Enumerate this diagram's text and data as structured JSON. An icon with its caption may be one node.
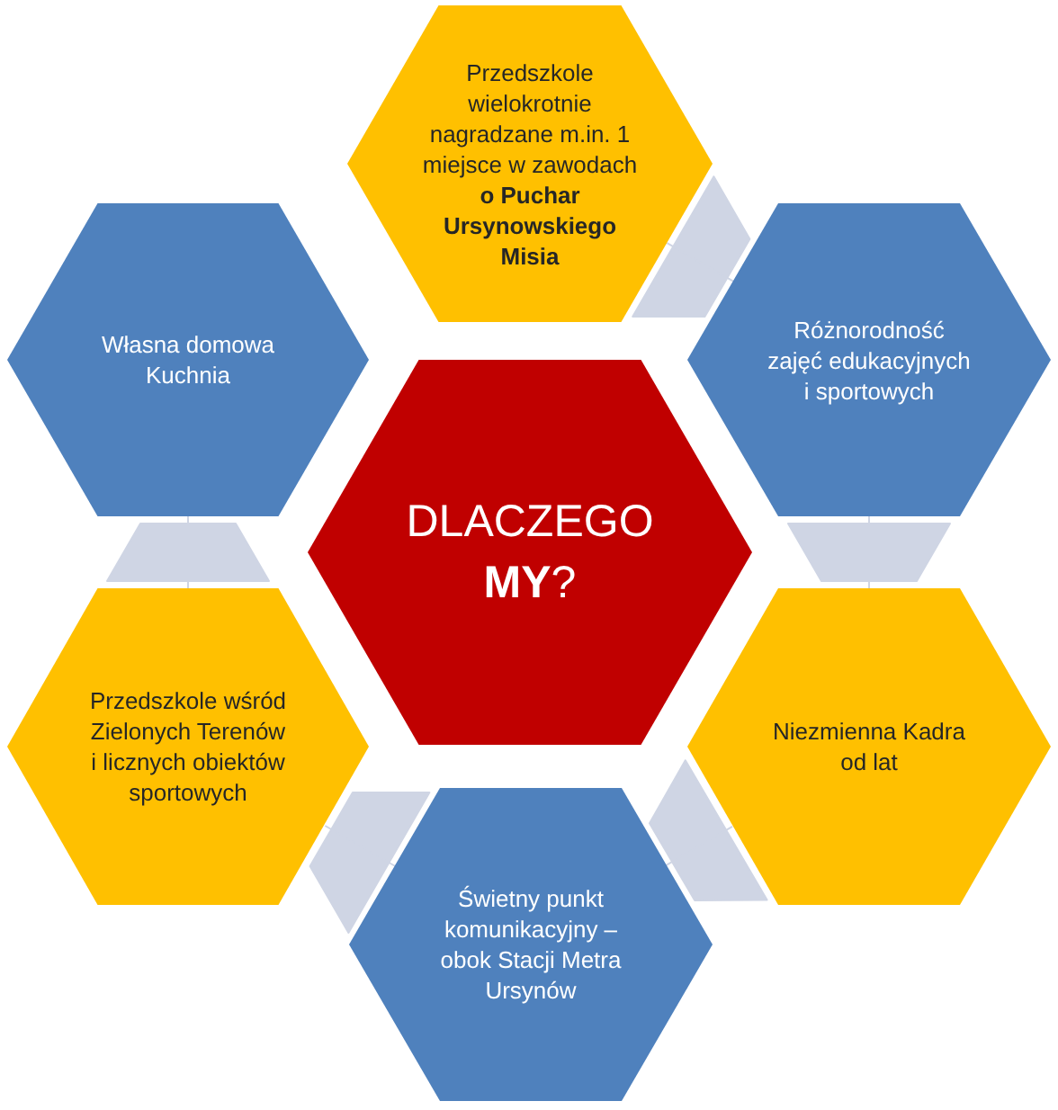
{
  "diagram": {
    "nodes": [
      {
        "text": [
          "Przedszkole wielokrotnie nagradzane m.in. 1 miejsce w zawodach **o Puchar Ursynowskiego Misia**"
        ]
      },
      {
        "text": [
          "Własna domowa Kuchnia"
        ]
      },
      {
        "text": [
          "Różnorodność zajęć edukacyjnych i sportowych"
        ]
      },
      {
        "text": [
          "DLACZEGO **MY**?"
        ]
      },
      {
        "text": [
          "Przedszkole wśród Zielonych Terenów i licznych obiektów sportowych"
        ]
      },
      {
        "text": [
          "Niezmienna Kadra od lat"
        ]
      },
      {
        "text": [
          "Świetny punkt komunikacyjny – obok Stacji Metra Ursynów"
        ]
      }
    ],
    "edges": [
      {
        "from": 0,
        "to": 2,
        "arrow": "none"
      },
      {
        "from": 2,
        "to": 5,
        "arrow": "none"
      },
      {
        "from": 5,
        "to": 6,
        "arrow": "none"
      },
      {
        "from": 6,
        "to": 4,
        "arrow": "none"
      },
      {
        "from": 4,
        "to": 1,
        "arrow": "none"
      }
    ]
  }
}
